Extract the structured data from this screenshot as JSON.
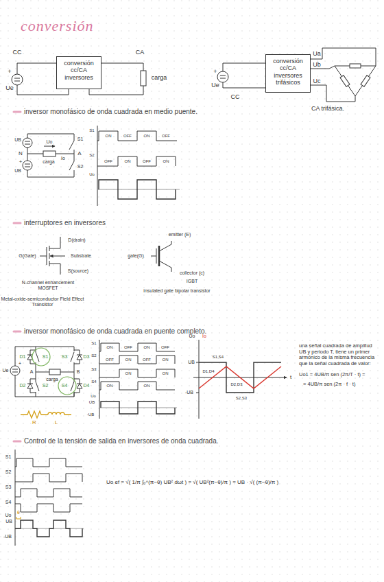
{
  "diagram": {
    "title": "conversión",
    "nodes": [
      {
        "text": [
          "conversión cc/CA inversores"
        ]
      },
      {
        "text": [
          "conversión cc/CA inversores trifásicos"
        ]
      }
    ],
    "labels": [
      "CC",
      "CA",
      "+",
      "Ue",
      "carga",
      "+",
      "Ue",
      "Ua",
      "Ub",
      "Uc",
      "CC",
      "CA trifásica.",
      "inversor monofásico de onda cuadrada en medio puente.",
      "UB",
      "S1",
      "N",
      "A",
      "Uo",
      "carga",
      "Io",
      "S2",
      "+",
      "UB",
      "S1",
      "ON",
      "OFF",
      "ON",
      "OFF",
      "S2",
      "OFF",
      "ON",
      "OFF",
      "ON",
      "Uo",
      "interruptores en inversores",
      "D(drain)",
      "Substrate",
      "G(Gate)",
      "S(source)",
      "N-channel enhancement MOSFET",
      "Metal-oxide-semiconductor Field Effect Transistor",
      "emitter (E)",
      "gate(G)",
      "collector (c)",
      "IGBT",
      "insulated gate bipolar transistor",
      "inversor monofásico de onda cuadrada en puente completo.",
      "Ue",
      "+",
      "S1",
      "D1",
      "S3",
      "D3",
      "A",
      "carga",
      "B",
      "S2",
      "D2",
      "S4",
      "D4",
      "R",
      "L",
      "S1",
      "ON",
      "OFF",
      "ON",
      "OFF",
      "S2",
      "OFF",
      "ON",
      "OFF",
      "ON",
      "S3",
      "ON",
      "ON",
      "S4",
      "ON",
      "ON",
      "Uo",
      "UB",
      "-UB",
      "Uo",
      "Io",
      "UB",
      "-UB",
      "t",
      "S1,S4",
      "D1,D4",
      "S2,S3",
      "D2,D3",
      "una señal cuadrada de amplitud UB y periodo T, tiene un primer armónico de la misma frecuencia que la señal cuadrada de valor:",
      "Uo1 = 4UB/π sen (2π/T · t) =",
      "= 4UB/π sen (2π · f · t)",
      "Control de la tensión de salida en inversores de onda cuadrada.",
      "S1",
      "S2",
      "S3",
      "S4",
      "Uo",
      "UB",
      "-UB",
      "θ",
      "Uo ef = √( 1/π ∫₀^(π−θ) UB² dωt ) = √( UB²(π−θ)/π ) = UB · √( (π−θ)/π )"
    ]
  }
}
